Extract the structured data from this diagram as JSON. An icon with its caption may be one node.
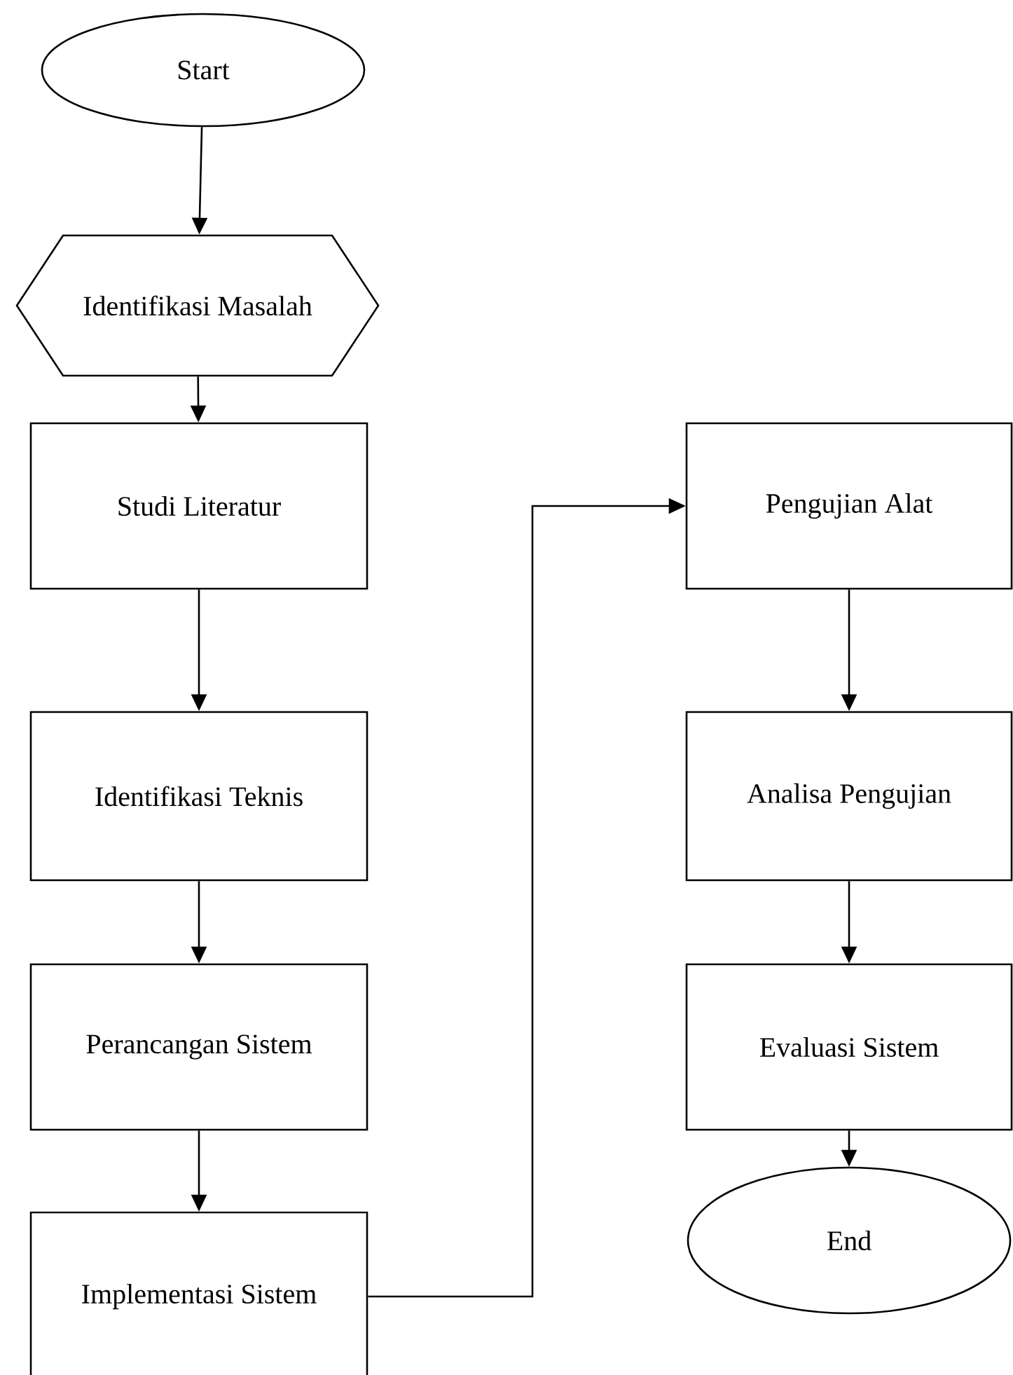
{
  "diagram": {
    "nodes": [
      {
        "text": [
          "Start"
        ]
      },
      {
        "text": [
          "Identifikasi Masalah"
        ]
      },
      {
        "text": [
          "Studi Literatur"
        ]
      },
      {
        "text": [
          "Identifikasi Teknis"
        ]
      },
      {
        "text": [
          "Perancangan Sistem"
        ]
      },
      {
        "text": [
          "Implementasi Sistem"
        ]
      },
      {
        "text": [
          "Pengujian Alat"
        ]
      },
      {
        "text": [
          "Analisa Pengujian"
        ]
      },
      {
        "text": [
          "Evaluasi Sistem"
        ]
      },
      {
        "text": [
          "End"
        ]
      }
    ],
    "edges": [
      {
        "from": 0,
        "to": 1,
        "arrow": "to"
      },
      {
        "from": 1,
        "to": 2,
        "arrow": "to"
      },
      {
        "from": 2,
        "to": 3,
        "arrow": "to"
      },
      {
        "from": 3,
        "to": 4,
        "arrow": "to"
      },
      {
        "from": 4,
        "to": 5,
        "arrow": "to"
      },
      {
        "from": 5,
        "to": 6,
        "arrow": "to"
      },
      {
        "from": 6,
        "to": 7,
        "arrow": "to"
      },
      {
        "from": 7,
        "to": 8,
        "arrow": "to"
      },
      {
        "from": 8,
        "to": 9,
        "arrow": "to"
      }
    ]
  }
}
